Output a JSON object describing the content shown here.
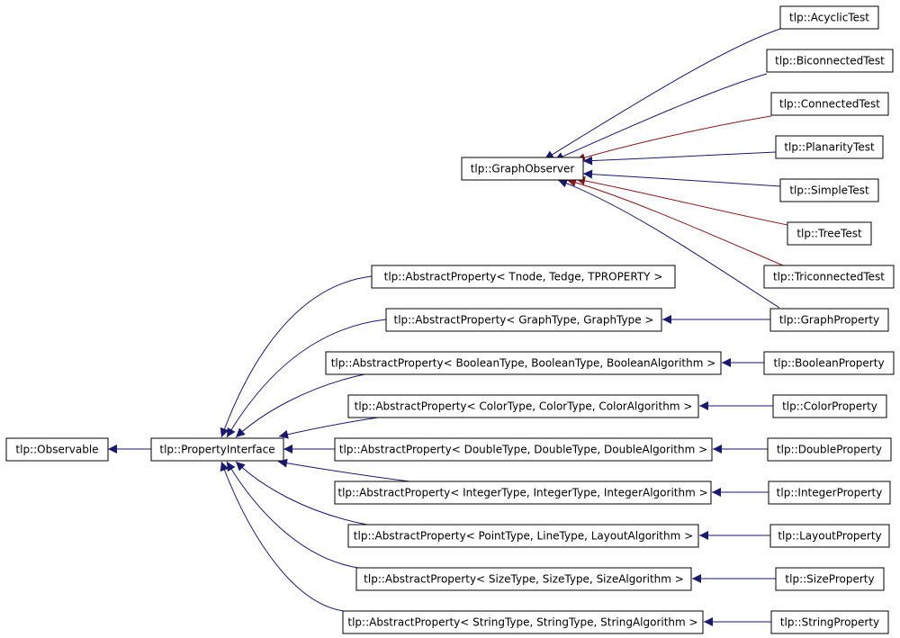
{
  "colors": {
    "inherit": "#191970",
    "protected": "#8b1a1a"
  },
  "nodes": [
    {
      "id": "observable",
      "label": "tlp::Observable"
    },
    {
      "id": "property-interface",
      "label": "tlp::PropertyInterface"
    },
    {
      "id": "graph-observer",
      "label": "tlp::GraphObserver"
    },
    {
      "id": "acyclic-test",
      "label": "tlp::AcyclicTest"
    },
    {
      "id": "biconnected-test",
      "label": "tlp::BiconnectedTest"
    },
    {
      "id": "connected-test",
      "label": "tlp::ConnectedTest"
    },
    {
      "id": "planarity-test",
      "label": "tlp::PlanarityTest"
    },
    {
      "id": "simple-test",
      "label": "tlp::SimpleTest"
    },
    {
      "id": "tree-test",
      "label": "tlp::TreeTest"
    },
    {
      "id": "triconnected-test",
      "label": "tlp::TriconnectedTest"
    },
    {
      "id": "abstract-tnode",
      "label": "tlp::AbstractProperty< Tnode, Tedge, TPROPERTY >"
    },
    {
      "id": "abstract-graph",
      "label": "tlp::AbstractProperty< GraphType, GraphType >"
    },
    {
      "id": "abstract-boolean",
      "label": "tlp::AbstractProperty< BooleanType, BooleanType, BooleanAlgorithm >"
    },
    {
      "id": "abstract-color",
      "label": "tlp::AbstractProperty< ColorType, ColorType, ColorAlgorithm >"
    },
    {
      "id": "abstract-double",
      "label": "tlp::AbstractProperty< DoubleType, DoubleType, DoubleAlgorithm >"
    },
    {
      "id": "abstract-integer",
      "label": "tlp::AbstractProperty< IntegerType, IntegerType, IntegerAlgorithm >"
    },
    {
      "id": "abstract-point",
      "label": "tlp::AbstractProperty< PointType, LineType, LayoutAlgorithm >"
    },
    {
      "id": "abstract-size",
      "label": "tlp::AbstractProperty< SizeType, SizeType, SizeAlgorithm >"
    },
    {
      "id": "abstract-string",
      "label": "tlp::AbstractProperty< StringType, StringType, StringAlgorithm >"
    },
    {
      "id": "graph-property",
      "label": "tlp::GraphProperty"
    },
    {
      "id": "boolean-property",
      "label": "tlp::BooleanProperty"
    },
    {
      "id": "color-property",
      "label": "tlp::ColorProperty"
    },
    {
      "id": "double-property",
      "label": "tlp::DoubleProperty"
    },
    {
      "id": "integer-property",
      "label": "tlp::IntegerProperty"
    },
    {
      "id": "layout-property",
      "label": "tlp::LayoutProperty"
    },
    {
      "id": "size-property",
      "label": "tlp::SizeProperty"
    },
    {
      "id": "string-property",
      "label": "tlp::StringProperty"
    }
  ]
}
